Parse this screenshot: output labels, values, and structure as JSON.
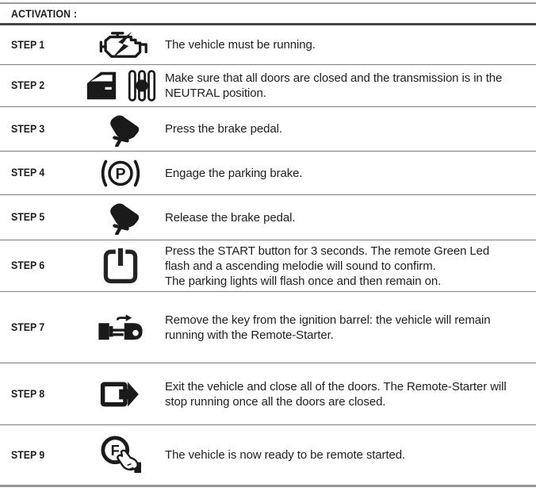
{
  "header": {
    "title": "ACTIVATION :"
  },
  "colors": {
    "text": "#1f1f1f",
    "icon": "#1a1a1a",
    "rule_light": "#9a9a9a",
    "rule_dark": "#454545",
    "rule_row": "#7d7d7d"
  },
  "steps": [
    {
      "label": "STEP 1",
      "icons": [
        "engine-icon"
      ],
      "text": "The vehicle must be running."
    },
    {
      "label": "STEP 2",
      "icons": [
        "door-icon",
        "gear-shifter-icon"
      ],
      "text": "Make sure that all doors are closed and the  transmission is in the\nNEUTRAL position."
    },
    {
      "label": "STEP 3",
      "icons": [
        "brake-pedal-icon"
      ],
      "text": "Press the brake pedal."
    },
    {
      "label": "STEP 4",
      "icons": [
        "parking-brake-icon"
      ],
      "text": "Engage the parking brake."
    },
    {
      "label": "STEP 5",
      "icons": [
        "brake-pedal-icon"
      ],
      "text": "Release the brake pedal."
    },
    {
      "label": "STEP 6",
      "icons": [
        "power-button-icon"
      ],
      "text": "Press the START button for 3 seconds. The remote Green Led\nflash and a ascending melodie will sound to confirm.\nThe parking lights will flash once and then remain on."
    },
    {
      "label": "STEP 7",
      "icons": [
        "key-removal-icon"
      ],
      "text": "Remove the key from the ignition barrel: the vehicle will remain\nrunning with the Remote-Starter."
    },
    {
      "label": "STEP 8",
      "icons": [
        "exit-vehicle-icon"
      ],
      "text": "Exit the vehicle and close all of the doors. The Remote-Starter will\nstop running once all the doors are closed."
    },
    {
      "label": "STEP 9",
      "icons": [
        "remote-f-button-icon"
      ],
      "text": "The vehicle is now ready to be remote started."
    }
  ]
}
